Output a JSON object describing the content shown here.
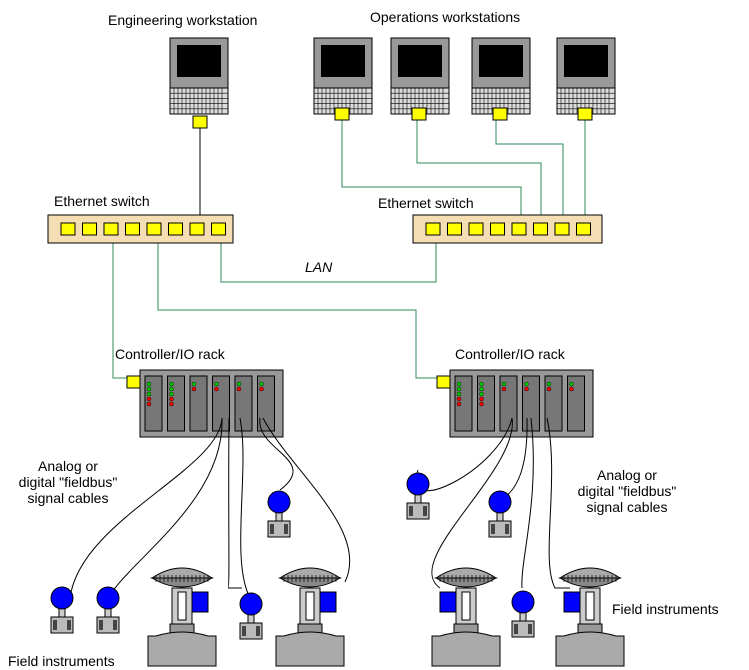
{
  "labels": {
    "engineering_workstation": "Engineering workstation",
    "operations_workstations": "Operations workstations",
    "ethernet_switch_left": "Ethernet switch",
    "ethernet_switch_right": "Ethernet switch",
    "lan": "LAN",
    "controller_left": "Controller/IO rack",
    "controller_right": "Controller/IO rack",
    "cables_left": [
      "Analog or",
      "digital \"fieldbus\"",
      "signal cables"
    ],
    "cables_right": [
      "Analog or",
      "digital \"fieldbus\"",
      "signal cables"
    ],
    "field_left": "Field instruments",
    "field_right": "Field instruments"
  },
  "colors": {
    "network_cable": "#2e8b57",
    "port": "#ffff00",
    "switch_body": "#f5deb3",
    "rack": "#999999",
    "card": "#777777",
    "transmitter_bulb": "#0000ff",
    "actuator": "#aaaaaa",
    "led_green": "#00cc00",
    "led_red": "#ff0000"
  }
}
